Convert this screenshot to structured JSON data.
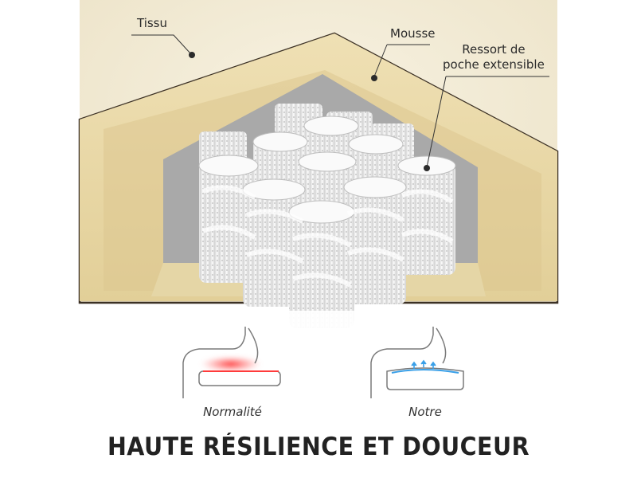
{
  "labels": {
    "fabric": "Tissu",
    "foam": "Mousse",
    "spring_line1": "Ressort de",
    "spring_line2": "poche extensible"
  },
  "comparison": {
    "normal_caption": "Normalité",
    "ours_caption": "Notre"
  },
  "headline": "HAUTE RÉSILIENCE ET DOUCEUR",
  "colors": {
    "fabric": "#efe6cc",
    "foam": "#e9d8a8",
    "spring": "#f2f2f2",
    "pressure_hot": "#ff3b3b",
    "pressure_soft": "#3aa0e8",
    "text": "#222222"
  }
}
